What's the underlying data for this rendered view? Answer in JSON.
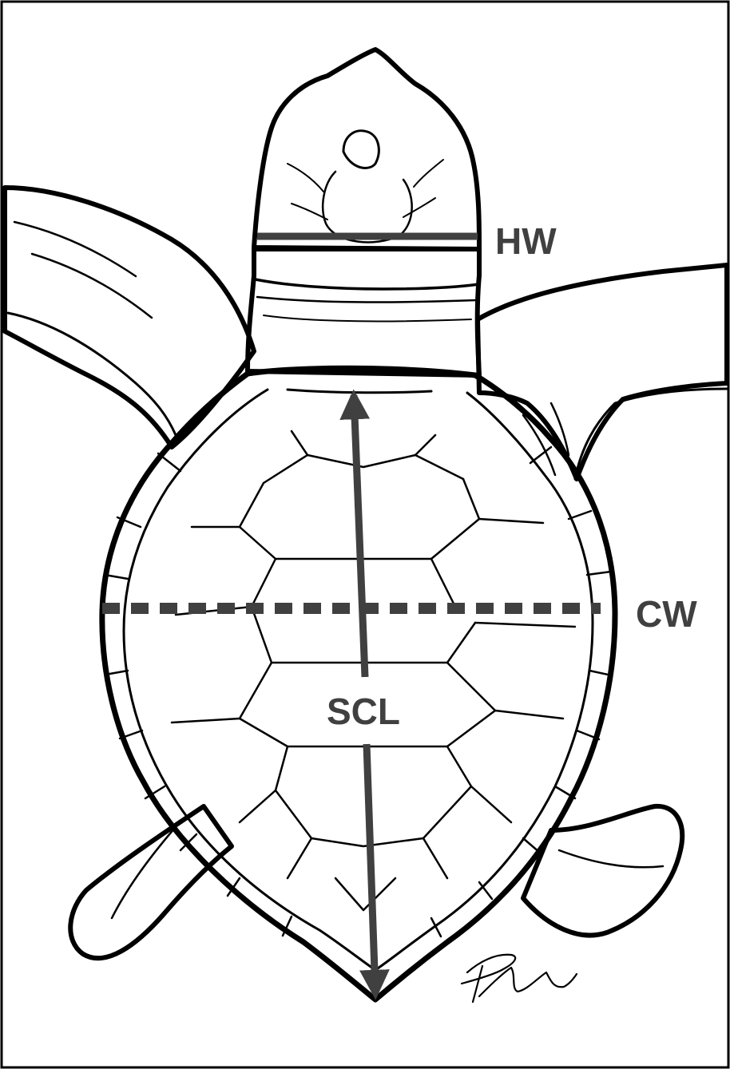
{
  "labels": {
    "head_width": "HW",
    "carapace_width": "CW",
    "straight_carapace_length": "SCL"
  },
  "signature": {
    "text": "DM"
  },
  "colors": {
    "outline": "#000000",
    "measurement": "#404040",
    "background": "#ffffff"
  }
}
